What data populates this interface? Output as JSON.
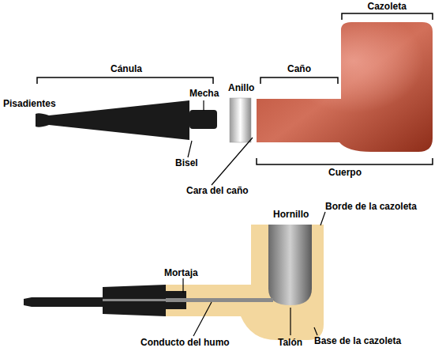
{
  "diagram": {
    "labels": [
      "Cánula",
      "Cazoleta",
      "Pisadientes",
      "Mecha",
      "Anillo",
      "Caño",
      "Bisel",
      "Cara del caño",
      "Cuerpo",
      "Hornillo",
      "Borde de la cazoleta",
      "Mortaja",
      "Conducto del humo",
      "Talón",
      "Base de la cazoleta"
    ]
  }
}
